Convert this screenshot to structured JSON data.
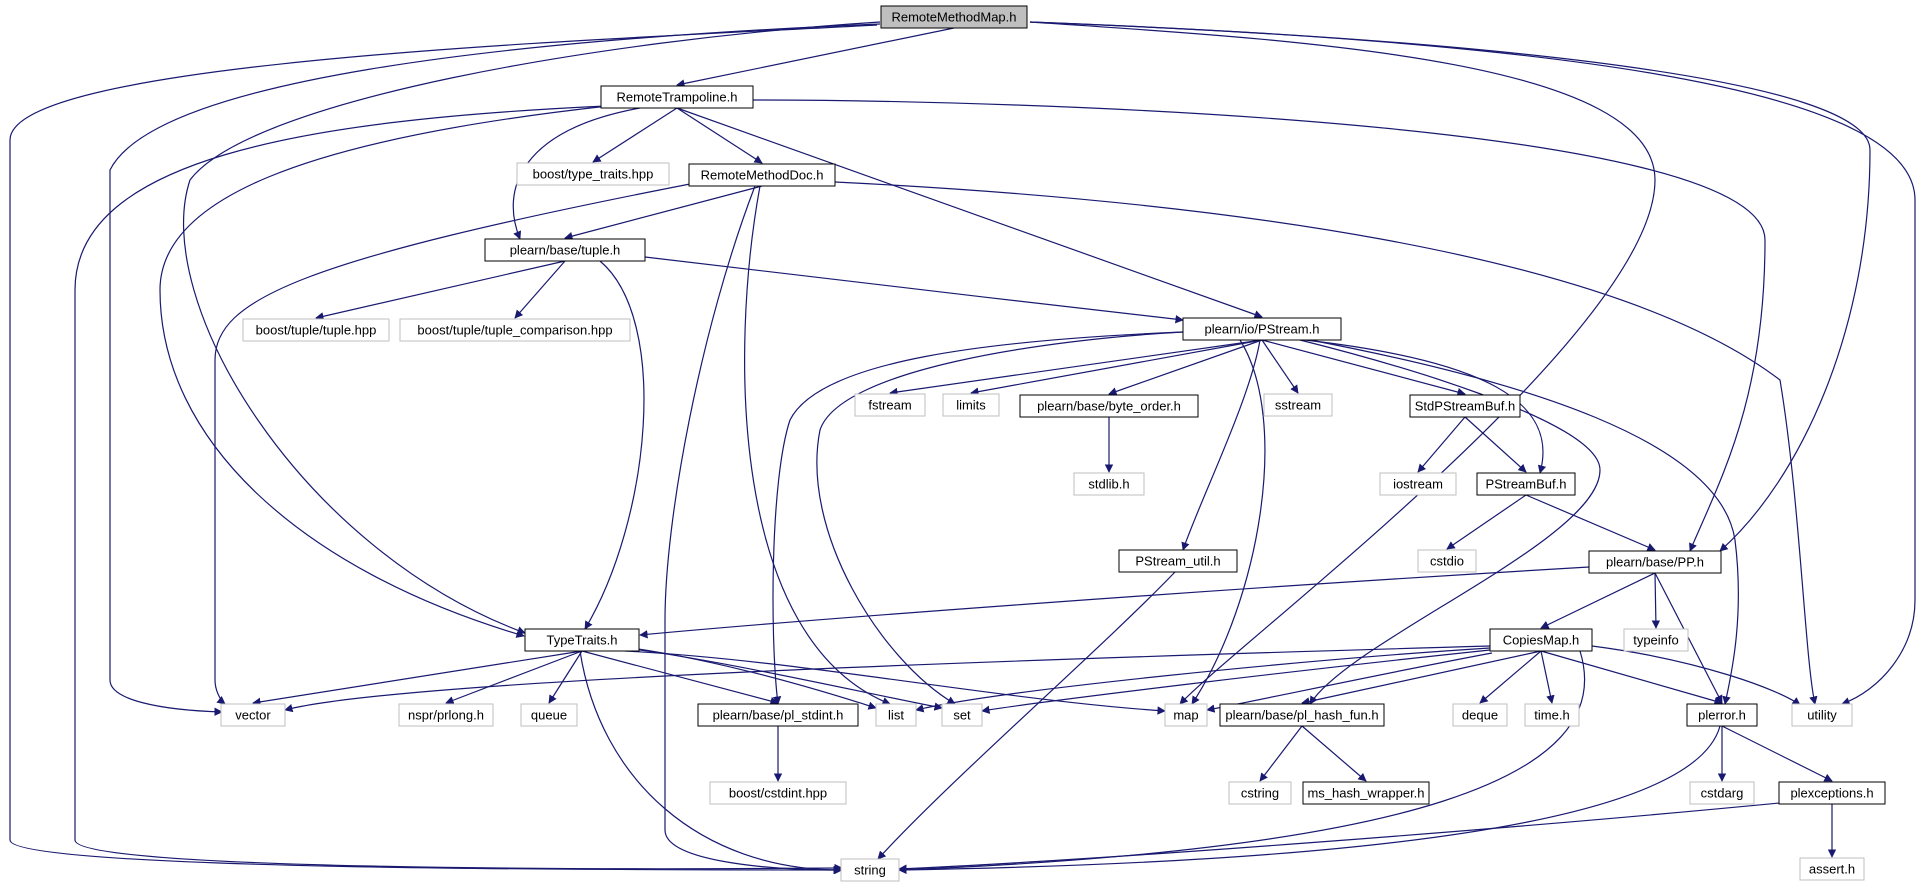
{
  "colors": {
    "edge": "#191970",
    "node_border_dark": "#000000",
    "node_border_light": "#bfbfbf",
    "root_fill": "#bfbfbf",
    "node_fill": "#ffffff"
  },
  "diagram": {
    "type": "include-dependency-graph",
    "nodes": [
      {
        "id": "RemoteMethodMap",
        "label": "RemoteMethodMap.h",
        "kind": "root"
      },
      {
        "id": "RemoteTrampoline",
        "label": "RemoteTrampoline.h",
        "kind": "file"
      },
      {
        "id": "boost_type_traits",
        "label": "boost/type_traits.hpp",
        "kind": "external"
      },
      {
        "id": "RemoteMethodDoc",
        "label": "RemoteMethodDoc.h",
        "kind": "file"
      },
      {
        "id": "tuple_h",
        "label": "plearn/base/tuple.h",
        "kind": "file"
      },
      {
        "id": "boost_tuple",
        "label": "boost/tuple/tuple.hpp",
        "kind": "external"
      },
      {
        "id": "boost_tuple_cmp",
        "label": "boost/tuple/tuple_comparison.hpp",
        "kind": "external"
      },
      {
        "id": "PStream",
        "label": "plearn/io/PStream.h",
        "kind": "file"
      },
      {
        "id": "fstream",
        "label": "fstream",
        "kind": "external"
      },
      {
        "id": "limits",
        "label": "limits",
        "kind": "external"
      },
      {
        "id": "byte_order",
        "label": "plearn/base/byte_order.h",
        "kind": "file"
      },
      {
        "id": "sstream",
        "label": "sstream",
        "kind": "external"
      },
      {
        "id": "StdPStreamBuf",
        "label": "StdPStreamBuf.h",
        "kind": "file"
      },
      {
        "id": "stdlib",
        "label": "stdlib.h",
        "kind": "external"
      },
      {
        "id": "iostream",
        "label": "iostream",
        "kind": "external"
      },
      {
        "id": "PStreamBuf",
        "label": "PStreamBuf.h",
        "kind": "file"
      },
      {
        "id": "cstdio",
        "label": "cstdio",
        "kind": "external"
      },
      {
        "id": "PStream_util",
        "label": "PStream_util.h",
        "kind": "file"
      },
      {
        "id": "PP",
        "label": "plearn/base/PP.h",
        "kind": "file"
      },
      {
        "id": "typeinfo",
        "label": "typeinfo",
        "kind": "external"
      },
      {
        "id": "TypeTraits",
        "label": "TypeTraits.h",
        "kind": "file"
      },
      {
        "id": "CopiesMap",
        "label": "CopiesMap.h",
        "kind": "file"
      },
      {
        "id": "vector",
        "label": "vector",
        "kind": "external"
      },
      {
        "id": "nspr",
        "label": "nspr/prlong.h",
        "kind": "external"
      },
      {
        "id": "queue",
        "label": "queue",
        "kind": "external"
      },
      {
        "id": "pl_stdint",
        "label": "plearn/base/pl_stdint.h",
        "kind": "file"
      },
      {
        "id": "list",
        "label": "list",
        "kind": "external"
      },
      {
        "id": "set",
        "label": "set",
        "kind": "external"
      },
      {
        "id": "map",
        "label": "map",
        "kind": "external"
      },
      {
        "id": "pl_hash_fun",
        "label": "plearn/base/pl_hash_fun.h",
        "kind": "file"
      },
      {
        "id": "deque",
        "label": "deque",
        "kind": "external"
      },
      {
        "id": "time_h",
        "label": "time.h",
        "kind": "external"
      },
      {
        "id": "plerror",
        "label": "plerror.h",
        "kind": "file"
      },
      {
        "id": "utility",
        "label": "utility",
        "kind": "external"
      },
      {
        "id": "boost_cstdint",
        "label": "boost/cstdint.hpp",
        "kind": "external"
      },
      {
        "id": "cstring",
        "label": "cstring",
        "kind": "external"
      },
      {
        "id": "ms_hash_wrapper",
        "label": "ms_hash_wrapper.h",
        "kind": "file"
      },
      {
        "id": "cstdarg",
        "label": "cstdarg",
        "kind": "external"
      },
      {
        "id": "plexceptions",
        "label": "plexceptions.h",
        "kind": "file"
      },
      {
        "id": "string",
        "label": "string",
        "kind": "external"
      },
      {
        "id": "assert_h",
        "label": "assert.h",
        "kind": "external"
      }
    ],
    "edges": [
      [
        "RemoteMethodMap",
        "RemoteTrampoline"
      ],
      [
        "RemoteMethodMap",
        "string"
      ],
      [
        "RemoteMethodMap",
        "vector"
      ],
      [
        "RemoteMethodMap",
        "TypeTraits"
      ],
      [
        "RemoteMethodMap",
        "map"
      ],
      [
        "RemoteMethodMap",
        "PP"
      ],
      [
        "RemoteMethodMap",
        "utility"
      ],
      [
        "RemoteTrampoline",
        "boost_type_traits"
      ],
      [
        "RemoteTrampoline",
        "RemoteMethodDoc"
      ],
      [
        "RemoteTrampoline",
        "tuple_h"
      ],
      [
        "RemoteTrampoline",
        "PStream"
      ],
      [
        "RemoteTrampoline",
        "string"
      ],
      [
        "RemoteTrampoline",
        "TypeTraits"
      ],
      [
        "RemoteTrampoline",
        "PP"
      ],
      [
        "RemoteMethodDoc",
        "tuple_h"
      ],
      [
        "RemoteMethodDoc",
        "vector"
      ],
      [
        "RemoteMethodDoc",
        "string"
      ],
      [
        "RemoteMethodDoc",
        "list"
      ],
      [
        "RemoteMethodDoc",
        "utility"
      ],
      [
        "tuple_h",
        "boost_tuple"
      ],
      [
        "tuple_h",
        "boost_tuple_cmp"
      ],
      [
        "tuple_h",
        "PStream"
      ],
      [
        "tuple_h",
        "TypeTraits"
      ],
      [
        "PStream",
        "fstream"
      ],
      [
        "PStream",
        "limits"
      ],
      [
        "PStream",
        "byte_order"
      ],
      [
        "PStream",
        "sstream"
      ],
      [
        "PStream",
        "StdPStreamBuf"
      ],
      [
        "PStream",
        "PStreamBuf"
      ],
      [
        "PStream",
        "PStream_util"
      ],
      [
        "PStream",
        "map"
      ],
      [
        "PStream",
        "set"
      ],
      [
        "PStream",
        "pl_stdint"
      ],
      [
        "PStream",
        "pl_hash_fun"
      ],
      [
        "PStream",
        "plerror"
      ],
      [
        "byte_order",
        "stdlib"
      ],
      [
        "StdPStreamBuf",
        "iostream"
      ],
      [
        "StdPStreamBuf",
        "PStreamBuf"
      ],
      [
        "PStreamBuf",
        "cstdio"
      ],
      [
        "PStreamBuf",
        "PP"
      ],
      [
        "PStream_util",
        "string"
      ],
      [
        "PP",
        "TypeTraits"
      ],
      [
        "PP",
        "CopiesMap"
      ],
      [
        "PP",
        "typeinfo"
      ],
      [
        "PP",
        "plerror"
      ],
      [
        "TypeTraits",
        "vector"
      ],
      [
        "TypeTraits",
        "nspr"
      ],
      [
        "TypeTraits",
        "queue"
      ],
      [
        "TypeTraits",
        "pl_stdint"
      ],
      [
        "TypeTraits",
        "list"
      ],
      [
        "TypeTraits",
        "set"
      ],
      [
        "TypeTraits",
        "map"
      ],
      [
        "TypeTraits",
        "string"
      ],
      [
        "CopiesMap",
        "vector"
      ],
      [
        "CopiesMap",
        "list"
      ],
      [
        "CopiesMap",
        "set"
      ],
      [
        "CopiesMap",
        "map"
      ],
      [
        "CopiesMap",
        "pl_hash_fun"
      ],
      [
        "CopiesMap",
        "deque"
      ],
      [
        "CopiesMap",
        "time_h"
      ],
      [
        "CopiesMap",
        "plerror"
      ],
      [
        "CopiesMap",
        "utility"
      ],
      [
        "CopiesMap",
        "string"
      ],
      [
        "pl_stdint",
        "boost_cstdint"
      ],
      [
        "pl_hash_fun",
        "cstring"
      ],
      [
        "pl_hash_fun",
        "ms_hash_wrapper"
      ],
      [
        "plerror",
        "cstdarg"
      ],
      [
        "plerror",
        "plexceptions"
      ],
      [
        "plerror",
        "string"
      ],
      [
        "plexceptions",
        "string"
      ],
      [
        "plexceptions",
        "assert_h"
      ]
    ]
  }
}
